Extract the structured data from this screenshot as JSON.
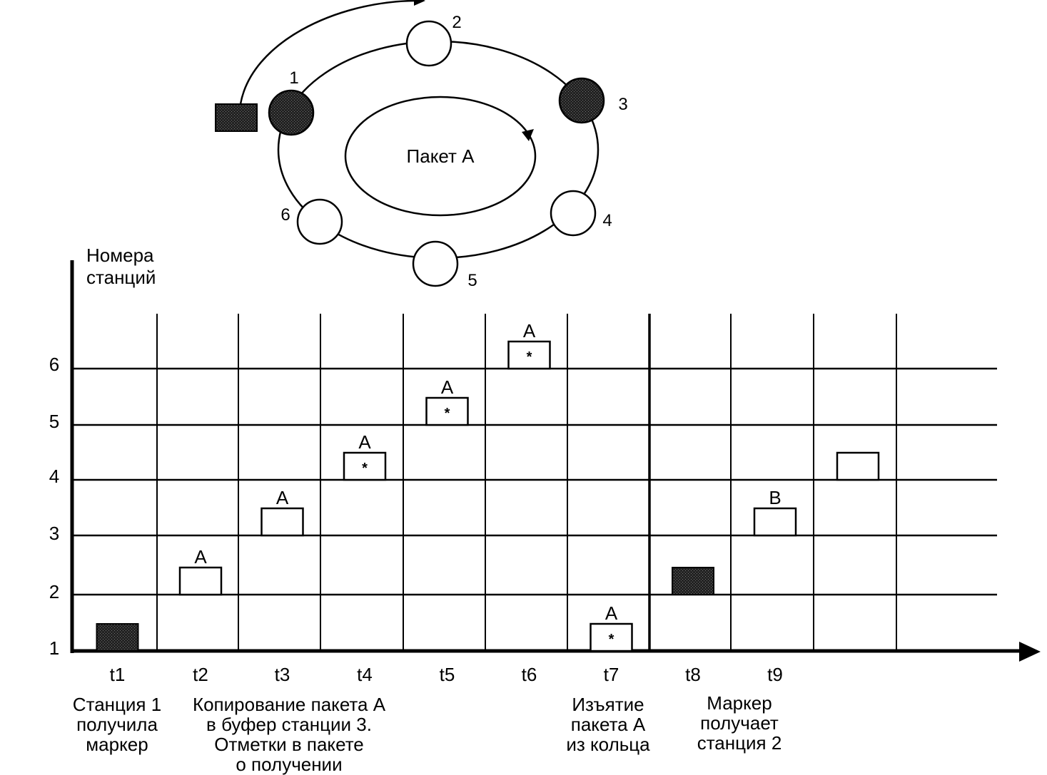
{
  "ring": {
    "center_label": "Пакет А",
    "stations": [
      {
        "label": "1",
        "state": "dark"
      },
      {
        "label": "2",
        "state": "empty"
      },
      {
        "label": "3",
        "state": "dark"
      },
      {
        "label": "4",
        "state": "empty"
      },
      {
        "label": "5",
        "state": "empty"
      },
      {
        "label": "6",
        "state": "empty"
      }
    ],
    "token_color": "#333333"
  },
  "timeline": {
    "y_axis_title": "Номера\nстанций",
    "station_ticks": [
      "1",
      "2",
      "3",
      "4",
      "5",
      "6"
    ],
    "time_ticks": [
      "t1",
      "t2",
      "t3",
      "t4",
      "t5",
      "t6",
      "t7",
      "t8",
      "t9"
    ],
    "frames": [
      {
        "time_index": 0,
        "station": 1,
        "kind": "token",
        "label": "",
        "marked": false
      },
      {
        "time_index": 1,
        "station": 2,
        "kind": "packet",
        "label": "A",
        "marked": false
      },
      {
        "time_index": 2,
        "station": 3,
        "kind": "packet",
        "label": "A",
        "marked": false
      },
      {
        "time_index": 3,
        "station": 4,
        "kind": "packet",
        "label": "A",
        "marked": true
      },
      {
        "time_index": 4,
        "station": 5,
        "kind": "packet",
        "label": "A",
        "marked": true
      },
      {
        "time_index": 5,
        "station": 6,
        "kind": "packet",
        "label": "A",
        "marked": true
      },
      {
        "time_index": 6,
        "station": 1,
        "kind": "packet",
        "label": "A",
        "marked": true
      },
      {
        "time_index": 7,
        "station": 2,
        "kind": "token",
        "label": "",
        "marked": false
      },
      {
        "time_index": 8,
        "station": 3,
        "kind": "packet",
        "label": "B",
        "marked": false
      },
      {
        "time_index": 9,
        "station": 4,
        "kind": "packet",
        "label": "",
        "marked": false
      }
    ],
    "mark_symbol": "*"
  },
  "captions": {
    "t1": "Станция 1\nполучила\nмаркер",
    "t2_t4": "Копирование пакета А\nв буфер станции 3.\nОтметки в пакете\nо получении",
    "t7": "Изъятие\nпакета А\nиз кольца",
    "t8_t9": "Маркер\nполучает\nстанция 2"
  }
}
